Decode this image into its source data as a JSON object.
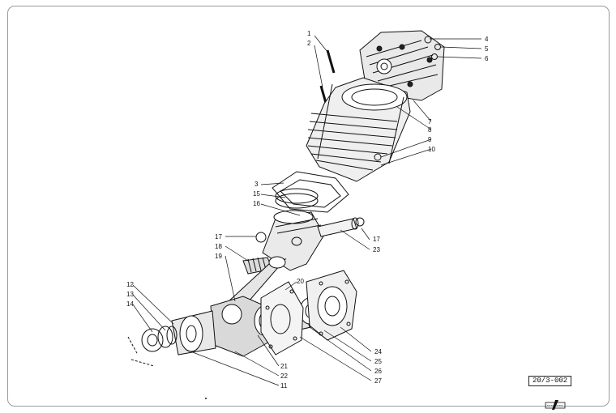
{
  "callouts": [
    "1",
    "2",
    "3",
    "4",
    "5",
    "6",
    "7",
    "8",
    "9",
    "10",
    "11",
    "12",
    "13",
    "14",
    "15",
    "16",
    "17",
    "17",
    "18",
    "19",
    "20",
    "21",
    "22",
    "23",
    "24",
    "25",
    "26",
    "27"
  ],
  "reference_code": "20/3-002"
}
